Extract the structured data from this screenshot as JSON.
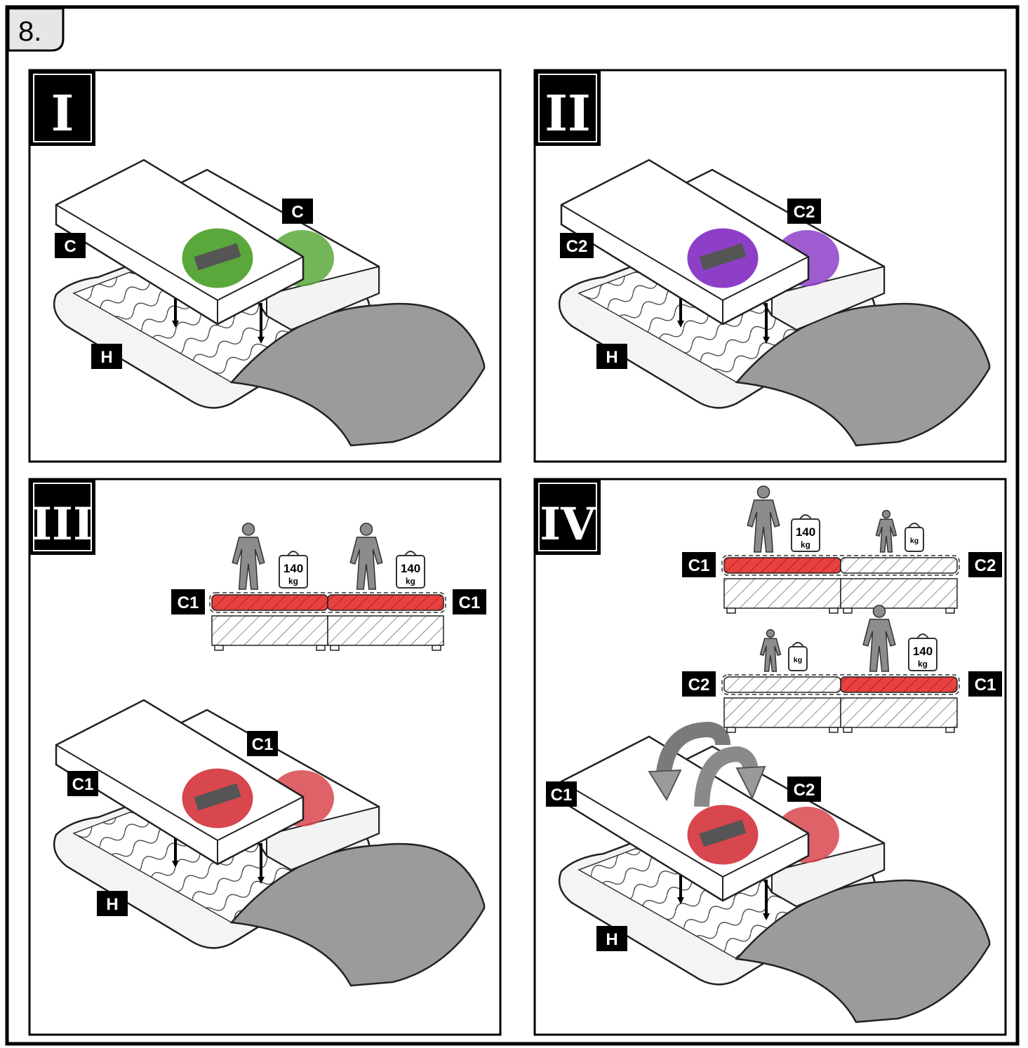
{
  "step_number": "8.",
  "colors": {
    "green_badge": "#5aa83c",
    "purple_badge": "#8e3fc8",
    "red_badge": "#d8464e",
    "firm_layer": "#e8413f",
    "topper_grey": "#9b9b9b",
    "person_grey": "#8c8c8c"
  },
  "panels": [
    {
      "numeral": "I",
      "label_front": "C",
      "label_back": "C",
      "label_base": "H",
      "badge_color": "#5aa83c"
    },
    {
      "numeral": "II",
      "label_front": "C2",
      "label_back": "C2",
      "label_base": "H",
      "badge_color": "#8e3fc8"
    },
    {
      "numeral": "III",
      "label_front": "C1",
      "label_back": "C1",
      "label_base": "H",
      "badge_color": "#d8464e",
      "weights": {
        "left": "C1",
        "right": "C1",
        "w1_num": "140",
        "w1_unit": "kg",
        "w2_num": "140",
        "w2_unit": "kg"
      }
    },
    {
      "numeral": "IV",
      "label_front": "C1",
      "label_back": "C2",
      "label_base": "H",
      "badge_color": "#d8464e",
      "top_row": {
        "left": "C1",
        "right": "C2",
        "w1_num": "140",
        "w1_unit": "kg",
        "w2_unit": "kg"
      },
      "bottom_row": {
        "left": "C2",
        "right": "C1",
        "w1_unit": "kg",
        "w2_num": "140",
        "w2_unit": "kg"
      }
    }
  ]
}
